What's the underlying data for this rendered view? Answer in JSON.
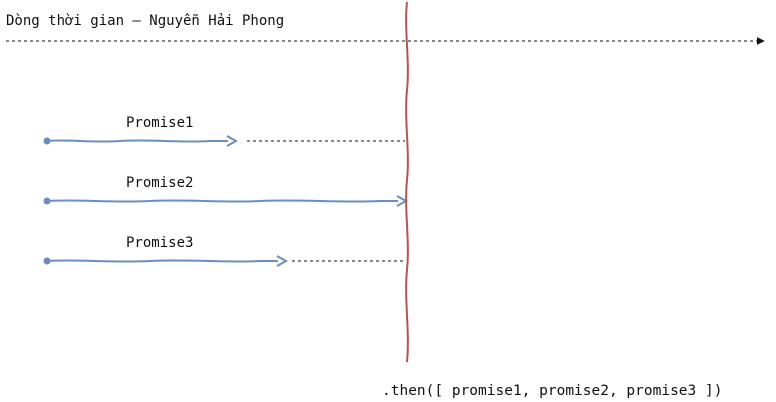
{
  "title": "Dòng thời gian – Nguyễn Hải Phong",
  "promises": [
    {
      "label": "Promise1"
    },
    {
      "label": "Promise2"
    },
    {
      "label": "Promise3"
    }
  ],
  "code": ".then([ promise1, promise2, promise3 ])",
  "colors": {
    "promise_line": "#6c8ebf",
    "barrier": "#b85450",
    "text": "#111111"
  }
}
